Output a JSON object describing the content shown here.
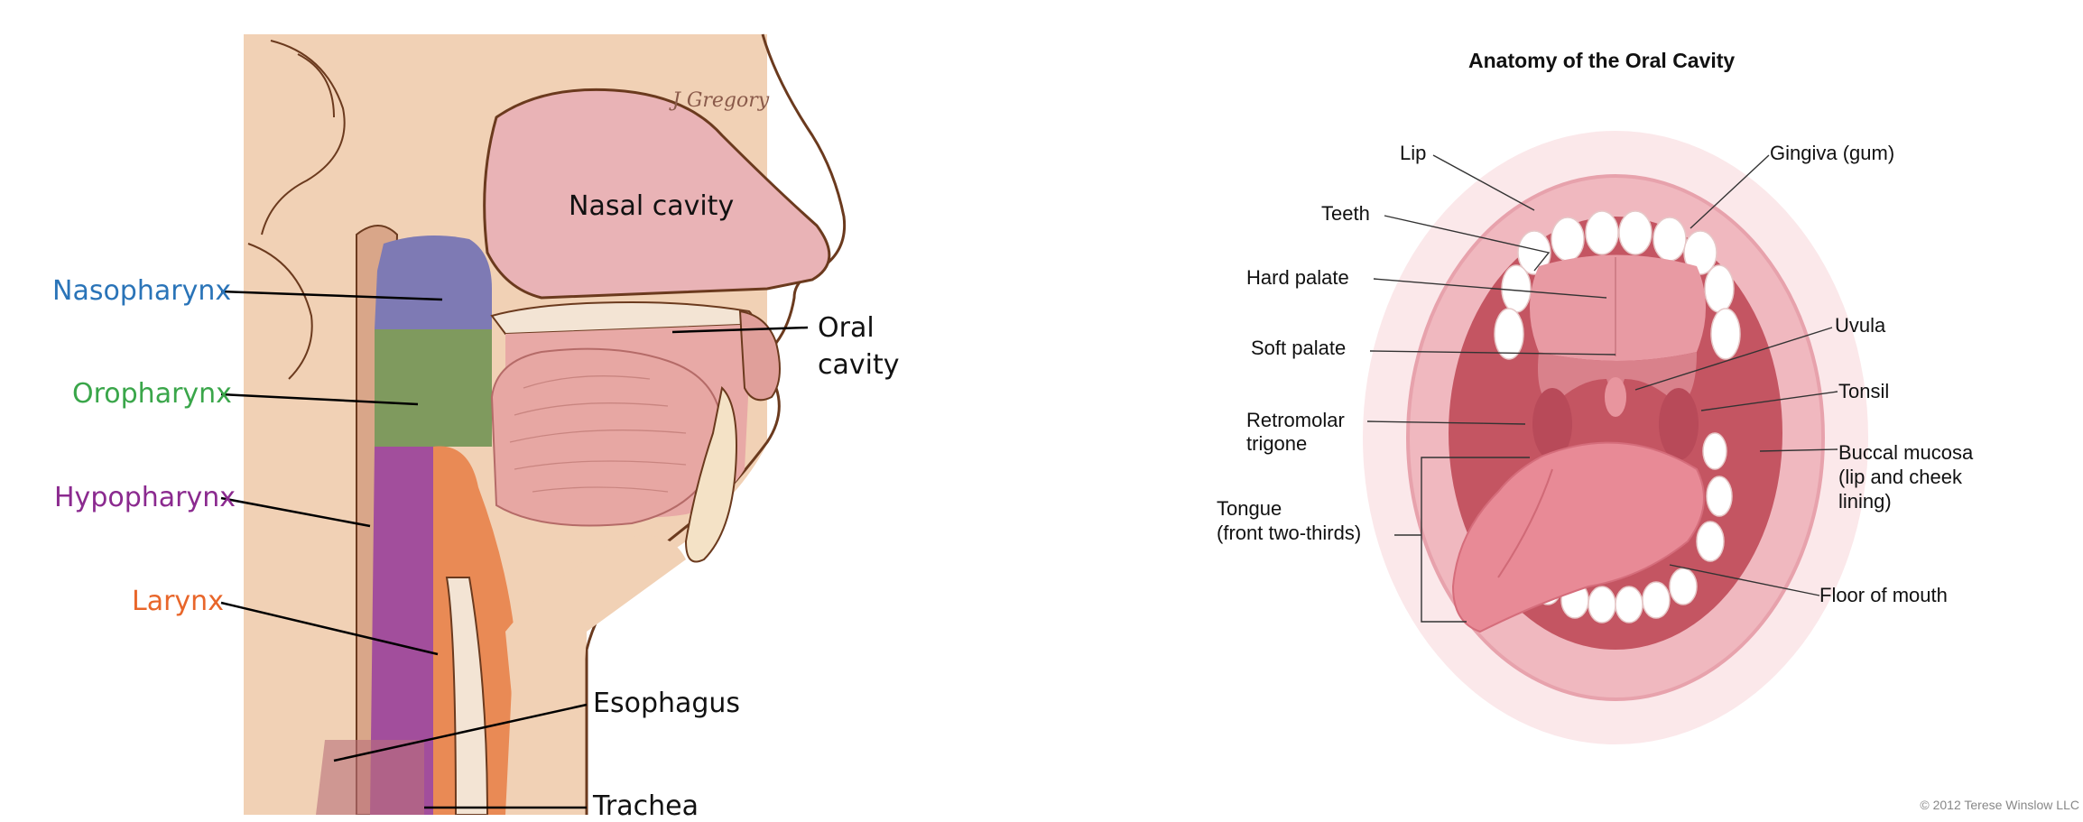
{
  "left_diagram": {
    "signature": "J Gregory",
    "labels": {
      "nasal_cavity": "Nasal cavity",
      "nasopharynx": "Nasopharynx",
      "oropharynx": "Oropharynx",
      "hypopharynx": "Hypopharynx",
      "larynx": "Larynx",
      "oral_cavity_line1": "Oral",
      "oral_cavity_line2": "cavity",
      "esophagus": "Esophagus",
      "trachea": "Trachea"
    },
    "colors": {
      "nasopharynx": "#2a74b8",
      "oropharynx": "#3aa64a",
      "hypopharynx": "#8b2a8f",
      "larynx": "#e8662a",
      "skin": "#f1d1b5",
      "outline": "#6b3a1e"
    }
  },
  "right_diagram": {
    "title": "Anatomy of the Oral Cavity",
    "labels": {
      "lip": "Lip",
      "gingiva": "Gingiva (gum)",
      "teeth": "Teeth",
      "hard_palate": "Hard palate",
      "uvula": "Uvula",
      "soft_palate": "Soft palate",
      "tonsil": "Tonsil",
      "retromolar_line1": "Retromolar",
      "retromolar_line2": "trigone",
      "buccal_line1": "Buccal mucosa",
      "buccal_line2": "(lip and cheek",
      "buccal_line3": "lining)",
      "tongue_line1": "Tongue",
      "tongue_line2": "(front two-thirds)",
      "floor_of_mouth": "Floor of mouth"
    },
    "copyright": "© 2012 Terese Winslow LLC"
  }
}
